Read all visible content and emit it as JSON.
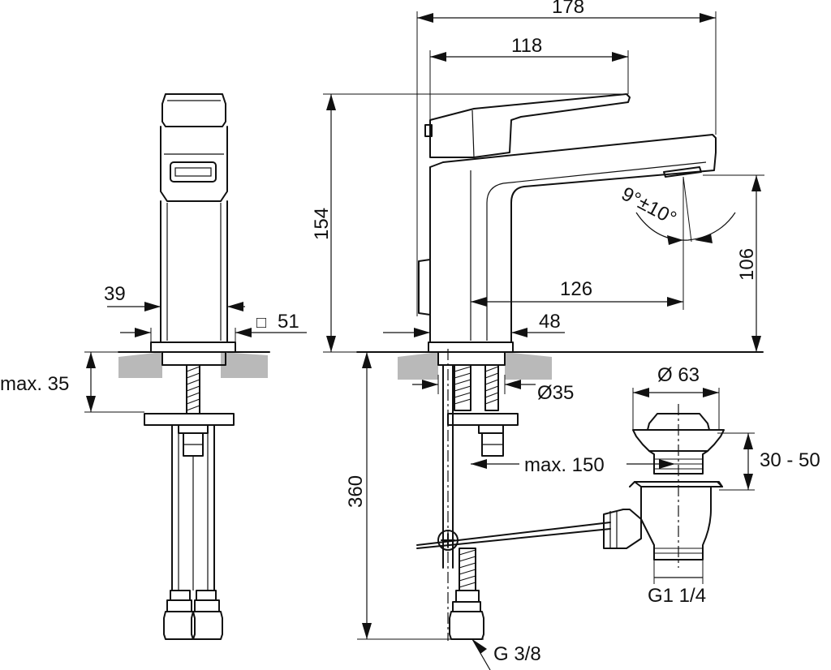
{
  "dimensions": {
    "overall_length": "178",
    "lever_length": "118",
    "total_height": "154",
    "spout_reach": "126",
    "spout_height": "106",
    "body_depth_side": "39",
    "base_square": "51",
    "base_offset": "48",
    "spout_angle": "9°±10°",
    "max_deck_thickness": "max. 35",
    "hose_length": "360",
    "hole_diameter": "Ø35",
    "max_rod_distance": "max. 150",
    "waste_diameter": "Ø 63",
    "waste_range": "30 - 50",
    "waste_thread": "G1 1/4",
    "hose_thread": "G 3/8"
  },
  "symbols": {
    "square": "□"
  }
}
